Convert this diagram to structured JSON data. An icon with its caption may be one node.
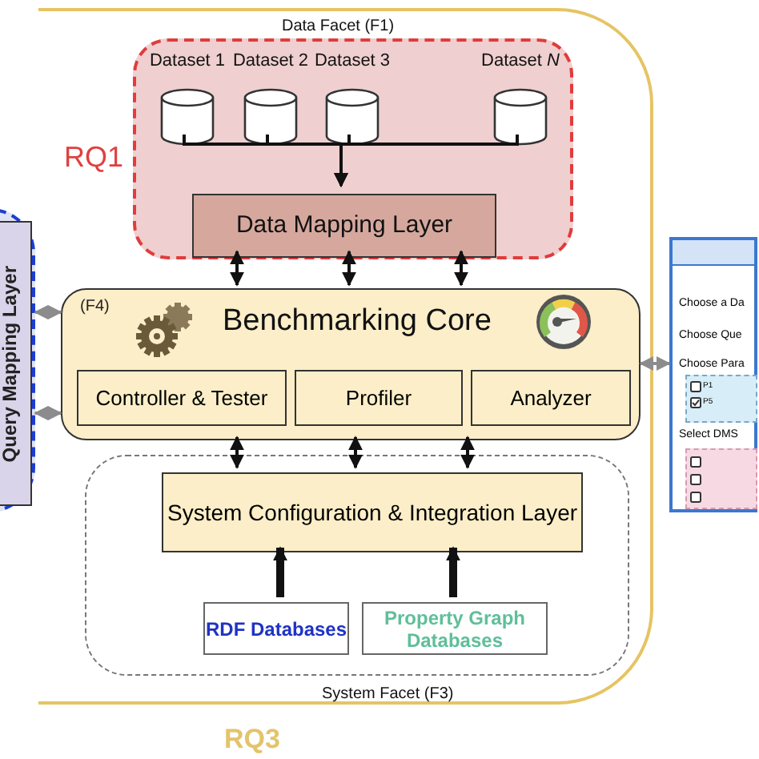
{
  "diagram": {
    "nodes": [
      {
        "text": [
          "RQ3"
        ]
      },
      {
        "text": [
          "Data Facet (F1)"
        ],
        "in": 0
      },
      {
        "text": [
          "Dataset 1"
        ],
        "in": 1
      },
      {
        "text": [
          "Dataset 2"
        ],
        "in": 1
      },
      {
        "text": [
          "Dataset 3"
        ],
        "in": 1
      },
      {
        "text": [
          "Dataset *N*"
        ],
        "in": 1
      },
      {
        "text": [
          "Data Mapping Layer"
        ],
        "in": 1
      },
      {
        "text": [
          "(F4)",
          "Benchmarking Core"
        ],
        "in": 0
      },
      {
        "text": [
          "Controller & Tester"
        ],
        "in": 7
      },
      {
        "text": [
          "Profiler"
        ],
        "in": 7
      },
      {
        "text": [
          "Analyzer"
        ],
        "in": 7
      },
      {
        "text": [
          "System Facet (F3)"
        ],
        "in": 0
      },
      {
        "text": [
          "System Configuration & Integration Layer"
        ],
        "in": 11
      },
      {
        "text": [
          "RDF Databases"
        ],
        "in": 11
      },
      {
        "text": [
          "Property Graph Databases"
        ],
        "in": 11
      },
      {
        "text": [
          "Query Mapping Layer"
        ]
      },
      {
        "text": [
          "Choose a Da",
          "Choose Que",
          "Choose Para",
          "Select DMS"
        ]
      },
      {
        "text": [
          "P1",
          "P5"
        ],
        "in": 16
      },
      {
        "text": [],
        "shape": "box",
        "in": 16
      }
    ],
    "edges": [
      {
        "from": 2,
        "to": 6,
        "arrow": "to"
      },
      {
        "from": 3,
        "to": 6,
        "arrow": "to"
      },
      {
        "from": 4,
        "to": 6,
        "arrow": "to"
      },
      {
        "from": 5,
        "to": 6,
        "arrow": "to"
      },
      {
        "from": 6,
        "to": 7,
        "arrow": "both"
      },
      {
        "from": 6,
        "to": 7,
        "arrow": "both"
      },
      {
        "from": 6,
        "to": 7,
        "arrow": "both"
      },
      {
        "from": 7,
        "to": 12,
        "arrow": "both"
      },
      {
        "from": 7,
        "to": 12,
        "arrow": "both"
      },
      {
        "from": 7,
        "to": 12,
        "arrow": "both"
      },
      {
        "from": 13,
        "to": 12,
        "arrow": "to",
        "style": "thick"
      },
      {
        "from": 14,
        "to": 12,
        "arrow": "to",
        "style": "thick"
      },
      {
        "from": 15,
        "to": 7,
        "arrow": "both",
        "color": "#8c8c8c"
      },
      {
        "from": 15,
        "to": 7,
        "arrow": "both",
        "color": "#8c8c8c"
      },
      {
        "from": 7,
        "to": 16,
        "arrow": "both",
        "color": "#8c8c8c"
      }
    ],
    "labels": [
      "RQ1"
    ]
  }
}
